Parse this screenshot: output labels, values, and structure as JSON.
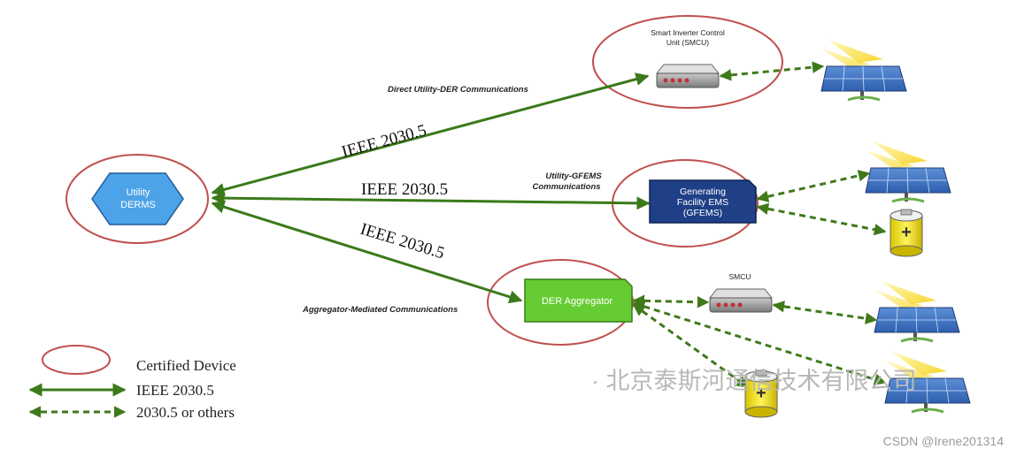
{
  "nodes": {
    "derms": {
      "line1": "Utility",
      "line2": "DERMS",
      "fill": "#4da3e8"
    },
    "smcu_top": {
      "line1": "Smart Inverter Control",
      "line2": "Unit (SMCU)"
    },
    "gfems": {
      "line1": "Generating",
      "line2": "Facility EMS",
      "line3": "(GFEMS)",
      "fill": "#1f3f86"
    },
    "aggregator": {
      "label": "DER Aggregator",
      "fill": "#66cc33"
    },
    "smcu_mid": {
      "label": "SMCU"
    }
  },
  "links": {
    "top": {
      "protocol": "IEEE 2030.5",
      "caption": "Direct Utility-DER Communications"
    },
    "middle": {
      "protocol": "IEEE 2030.5",
      "caption_line1": "Utility-GFEMS",
      "caption_line2": "Communications"
    },
    "bottom": {
      "protocol": "IEEE 2030.5",
      "caption": "Aggregator-Mediated Communications"
    }
  },
  "legend": {
    "certified": "Certified Device",
    "solid": "IEEE 2030.5",
    "dashed": "2030.5 or others"
  },
  "watermark": {
    "company": "· 北京泰斯河通信技术有限公司",
    "credit": "CSDN @Irene201314"
  },
  "colors": {
    "solid_arrow": "#3a7a1a",
    "dashed_arrow": "#3f7a1a",
    "certified_ring": "#c0504d"
  }
}
